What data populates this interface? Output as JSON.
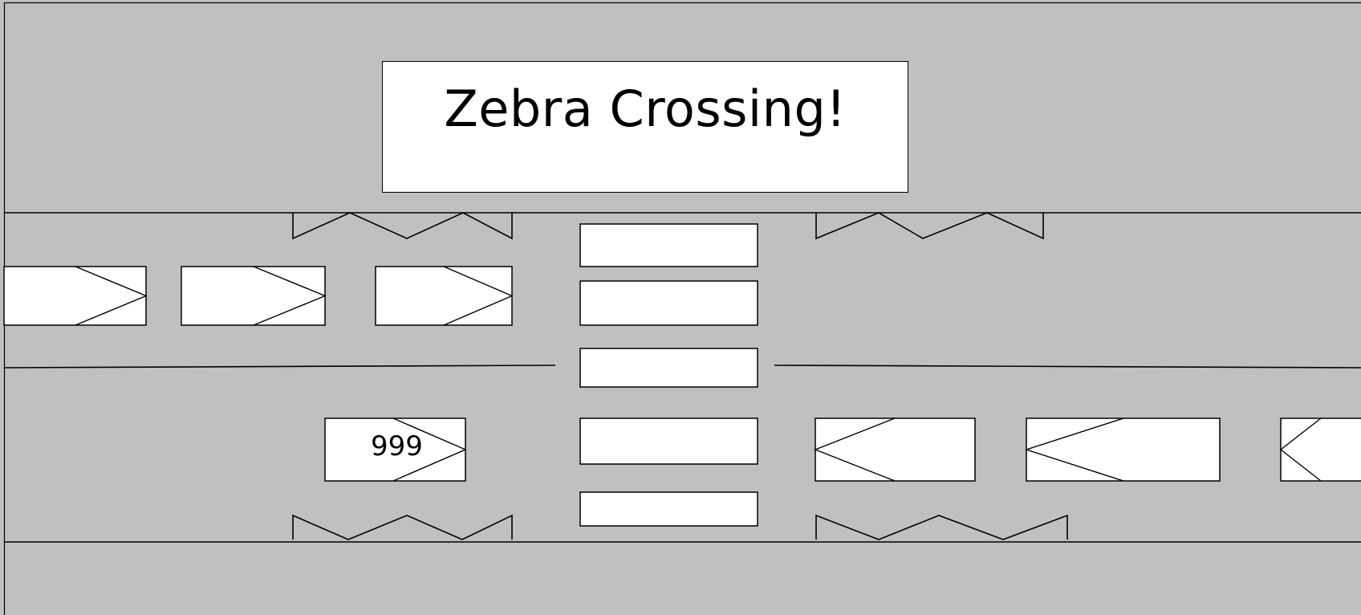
{
  "colors": {
    "background": "#c0c0c0",
    "vehicle": "#ffffff",
    "stripe": "#ffffff",
    "line": "#000000"
  },
  "title": "Zebra Crossing!",
  "vehicles": {
    "top_lane": {
      "direction": "right",
      "count": 3
    },
    "bottom_lane_right": {
      "direction": "right",
      "count": 1,
      "label": "999"
    },
    "bottom_lane_left": {
      "direction": "left",
      "count": 3
    }
  },
  "crossing": {
    "stripe_count": 5
  }
}
